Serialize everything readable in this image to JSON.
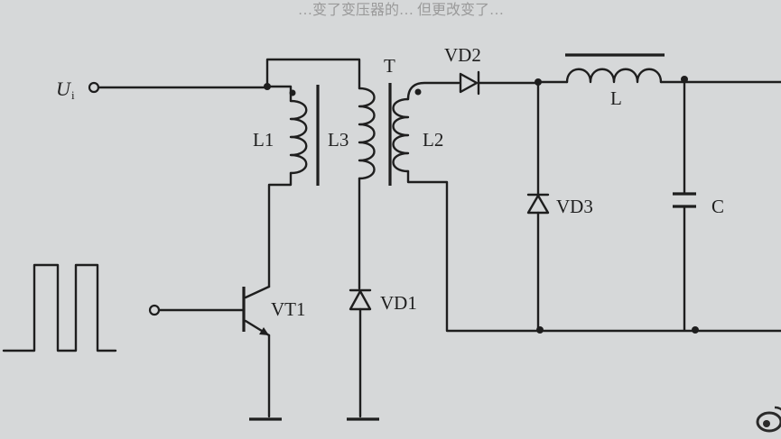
{
  "header_fragment": "…变了变压器的… 但更改变了…",
  "labels": {
    "input": "U",
    "input_sub": "i",
    "transformer": "T",
    "primary": "L1",
    "reset": "L3",
    "secondary": "L2",
    "diode_out": "VD2",
    "diode_free": "VD3",
    "diode_reset": "VD1",
    "transistor": "VT1",
    "inductor": "L",
    "capacitor": "C"
  },
  "colors": {
    "ink": "#1e1e1e",
    "paper": "#d6d8d9"
  },
  "icons": {
    "watermark": "weibo-logo-icon"
  }
}
